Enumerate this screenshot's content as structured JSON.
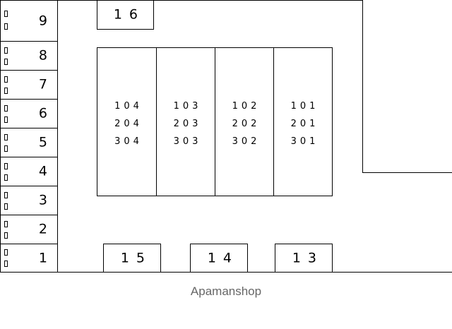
{
  "parking_left": [
    "9",
    "8",
    "7",
    "6",
    "5",
    "4",
    "3",
    "2",
    "1"
  ],
  "parking_top": "16",
  "parking_bottom": [
    "15",
    "14",
    "13"
  ],
  "units": [
    {
      "rooms": [
        "104",
        "204",
        "304"
      ]
    },
    {
      "rooms": [
        "103",
        "203",
        "303"
      ]
    },
    {
      "rooms": [
        "102",
        "202",
        "302"
      ]
    },
    {
      "rooms": [
        "101",
        "201",
        "301"
      ]
    }
  ],
  "watermark": "Apamanshop"
}
